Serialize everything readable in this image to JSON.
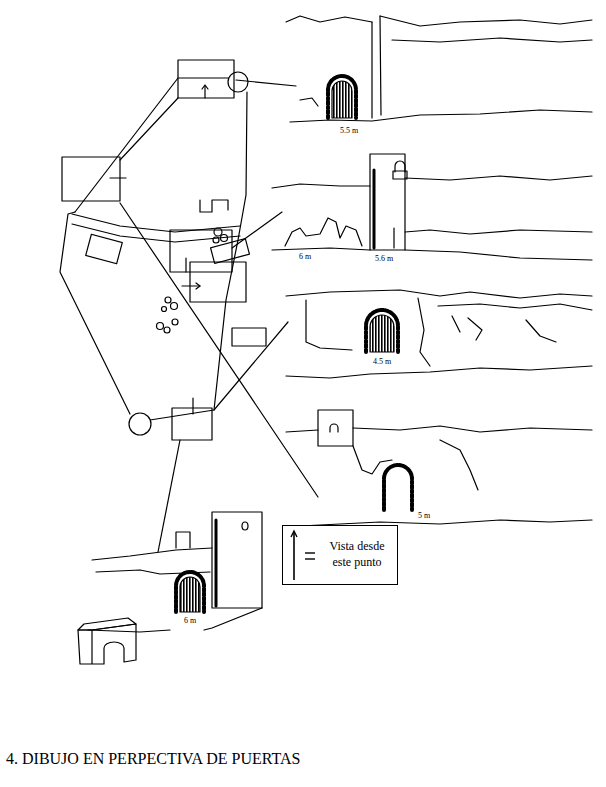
{
  "diagram": {
    "caption": "4. DIBUJO EN PERPECTIVA DE PUERTAS",
    "labels": [
      "5.5 m",
      "6 m",
      "5.6 m",
      "4.5 m",
      "5 m",
      "6 m"
    ],
    "legend": [
      {
        "text": "Vista desde este punto"
      }
    ]
  }
}
